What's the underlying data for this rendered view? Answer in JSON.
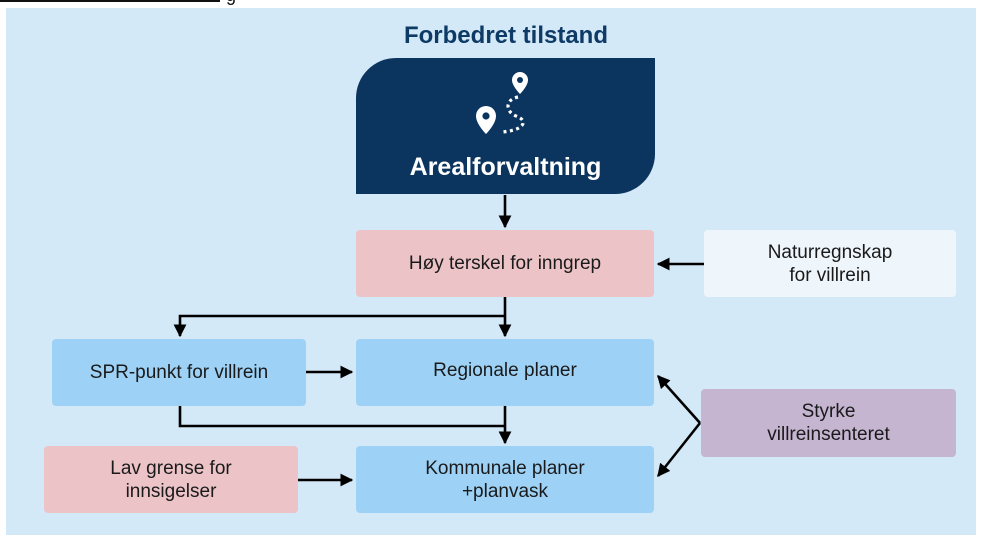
{
  "header": {
    "fragment": "g"
  },
  "diagram": {
    "title": "Forbedret tilstand",
    "hero": {
      "label": "Arealforvaltning",
      "icon": "route-map-pin-icon"
    },
    "nodes": {
      "terskel": "Høy terskel for inngrep",
      "naturregnskap": "Naturregnskap\nfor villrein",
      "spr": "SPR-punkt for villrein",
      "regionale": "Regionale planer",
      "kommunale": "Kommunale planer\n+planvask",
      "lav_grense": "Lav grense for\ninnsigelser",
      "styrke": "Styrke\nvillreinsenteret"
    },
    "colors": {
      "dark_navy": "#0b355f",
      "title_navy": "#0e3a66",
      "pink": "#ecc4c7",
      "light_blue": "#9dd2f6",
      "pale_blue": "#eef6fc",
      "purple": "#c5b5d1",
      "background": "#d4e9f8"
    }
  }
}
